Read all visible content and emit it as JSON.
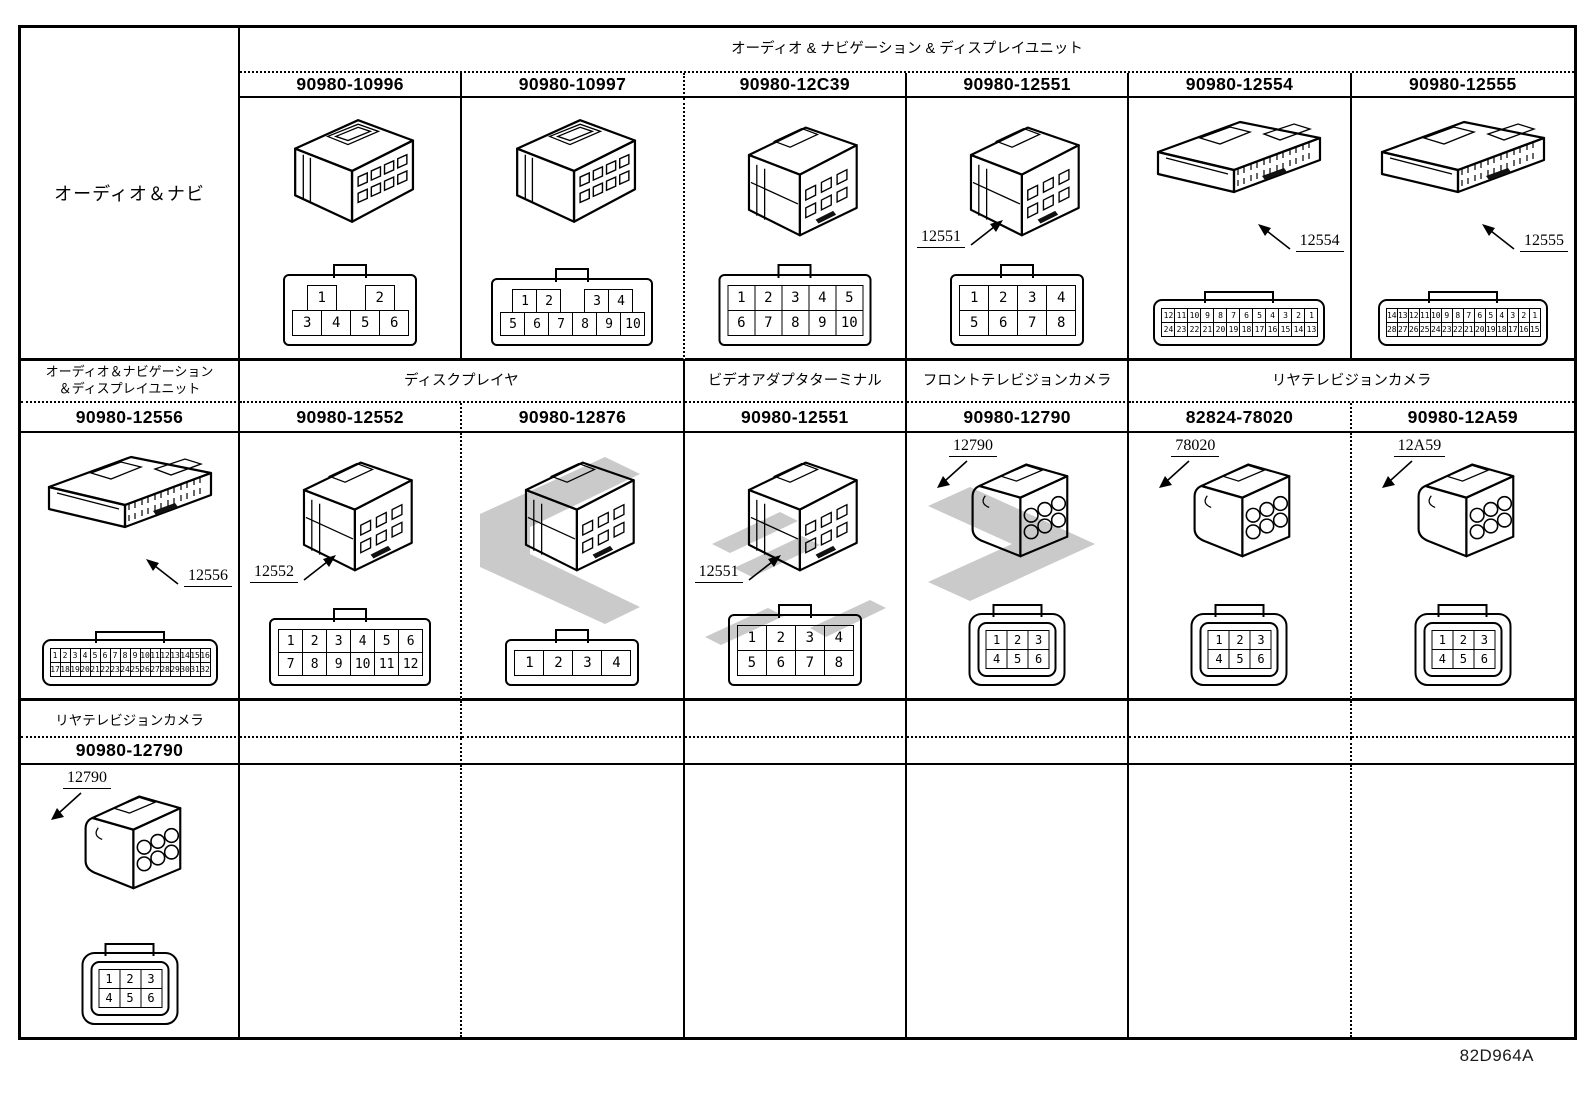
{
  "page_code": "82D964A",
  "colors": {
    "line": "#000000",
    "watermark": "#bdbdbd"
  },
  "section1": {
    "left_label": "オーディオ＆ナビ",
    "group_header": "オーディオ & ナビゲーション & ディスプレイユニット",
    "cells": [
      {
        "part_number": "90980-10996",
        "callout": "",
        "iso": "box",
        "face": "latch",
        "pins": {
          "rows": [
            [
              "1",
              "",
              "2"
            ],
            [
              "3",
              "4",
              "5",
              "6"
            ]
          ]
        }
      },
      {
        "part_number": "90980-10997",
        "callout": "",
        "iso": "box",
        "face": "latch",
        "pins": {
          "rows": [
            [
              "1",
              "2",
              "",
              "3",
              "4"
            ],
            [
              "5",
              "6",
              "7",
              "8",
              "9",
              "10"
            ]
          ]
        }
      },
      {
        "part_number": "90980-12C39",
        "callout": "",
        "iso": "tall",
        "face": "latch",
        "pins": {
          "rows": [
            [
              "1",
              "2",
              "3",
              "4",
              "5"
            ],
            [
              "6",
              "7",
              "8",
              "9",
              "10"
            ]
          ]
        }
      },
      {
        "part_number": "90980-12551",
        "callout": "12551",
        "callout_pos": "bl",
        "iso": "tall",
        "face": "latch",
        "pins": {
          "rows": [
            [
              "1",
              "2",
              "3",
              "4"
            ],
            [
              "5",
              "6",
              "7",
              "8"
            ]
          ]
        }
      },
      {
        "part_number": "90980-12554",
        "callout": "12554",
        "callout_pos": "br",
        "iso": "wide",
        "face": "wide",
        "pins": {
          "rows": [
            [
              "12",
              "11",
              "10",
              "9",
              "8",
              "7",
              "6",
              "5",
              "4",
              "3",
              "2",
              "1"
            ],
            [
              "24",
              "23",
              "22",
              "21",
              "20",
              "19",
              "18",
              "17",
              "16",
              "15",
              "14",
              "13"
            ]
          ]
        }
      },
      {
        "part_number": "90980-12555",
        "callout": "12555",
        "callout_pos": "br",
        "iso": "wide",
        "face": "wide",
        "pins": {
          "rows": [
            [
              "14",
              "13",
              "12",
              "11",
              "10",
              "9",
              "8",
              "7",
              "6",
              "5",
              "4",
              "3",
              "2",
              "1"
            ],
            [
              "28",
              "27",
              "26",
              "25",
              "24",
              "23",
              "22",
              "21",
              "20",
              "19",
              "18",
              "17",
              "16",
              "15"
            ]
          ]
        }
      }
    ]
  },
  "section2": {
    "group_headers": {
      "g1_line1": "オーディオ＆ナビゲーション",
      "g1_line2": "＆ディスプレイユニット",
      "g2": "ディスクプレイヤ",
      "g3": "ビデオアダプタターミナル",
      "g4": "フロントテレビジョンカメラ",
      "g5": "リヤテレビジョンカメラ"
    },
    "cells": [
      {
        "part_number": "90980-12556",
        "callout": "12556",
        "callout_pos": "br",
        "iso": "wide",
        "face": "wide",
        "pins": {
          "rows": [
            [
              "1",
              "2",
              "3",
              "4",
              "5",
              "6",
              "7",
              "8",
              "9",
              "10",
              "11",
              "12",
              "13",
              "14",
              "15",
              "16"
            ],
            [
              "17",
              "18",
              "19",
              "20",
              "21",
              "22",
              "23",
              "24",
              "25",
              "26",
              "27",
              "28",
              "29",
              "30",
              "31",
              "32"
            ]
          ]
        }
      },
      {
        "part_number": "90980-12552",
        "callout": "12552",
        "callout_pos": "bl",
        "iso": "tall",
        "face": "latch",
        "pins": {
          "rows": [
            [
              "1",
              "2",
              "3",
              "4",
              "5",
              "6"
            ],
            [
              "7",
              "8",
              "9",
              "10",
              "11",
              "12"
            ]
          ]
        }
      },
      {
        "part_number": "90980-12876",
        "callout": "",
        "iso": "tall",
        "face": "latch",
        "pins": {
          "rows": [
            [
              "1",
              "2",
              "3",
              "4"
            ]
          ]
        }
      },
      {
        "part_number": "90980-12551",
        "callout": "12551",
        "callout_pos": "bl",
        "iso": "tall",
        "face": "latch",
        "pins": {
          "rows": [
            [
              "1",
              "2",
              "3",
              "4"
            ],
            [
              "5",
              "6",
              "7",
              "8"
            ]
          ]
        }
      },
      {
        "part_number": "90980-12790",
        "callout": "12790",
        "callout_pos": "tl",
        "iso": "camera",
        "face": "camera",
        "pins": {
          "rows": [
            [
              "1",
              "2",
              "3"
            ],
            [
              "4",
              "5",
              "6"
            ]
          ]
        }
      },
      {
        "part_number": "82824-78020",
        "callout": "78020",
        "callout_pos": "tl",
        "iso": "camera",
        "face": "camera",
        "pins": {
          "rows": [
            [
              "1",
              "2",
              "3"
            ],
            [
              "4",
              "5",
              "6"
            ]
          ]
        }
      },
      {
        "part_number": "90980-12A59",
        "callout": "12A59",
        "callout_pos": "tl",
        "iso": "camera",
        "face": "camera",
        "pins": {
          "rows": [
            [
              "1",
              "2",
              "3"
            ],
            [
              "4",
              "5",
              "6"
            ]
          ]
        }
      }
    ]
  },
  "section3": {
    "left_header": "リヤテレビジョンカメラ",
    "cells": [
      {
        "part_number": "90980-12790",
        "callout": "12790",
        "callout_pos": "tl",
        "iso": "camera",
        "face": "camera",
        "pins": {
          "rows": [
            [
              "1",
              "2",
              "3"
            ],
            [
              "4",
              "5",
              "6"
            ]
          ]
        }
      }
    ]
  }
}
